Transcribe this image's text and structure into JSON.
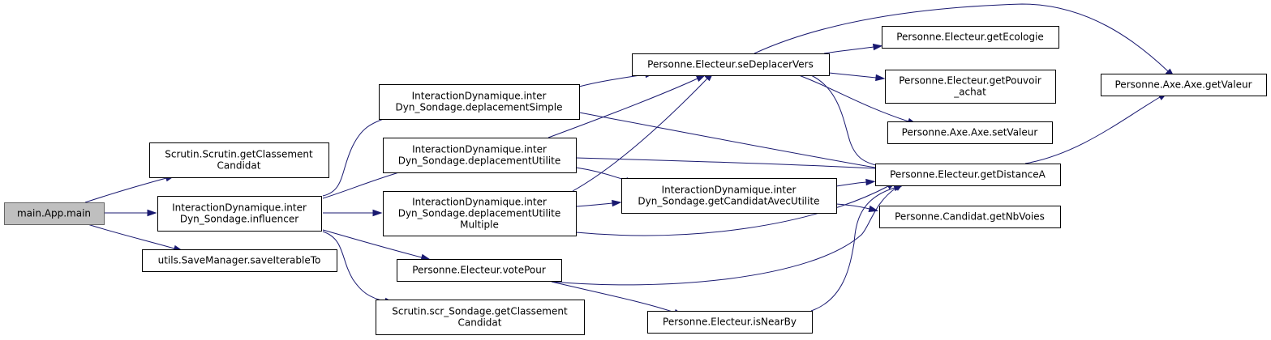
{
  "diagram": {
    "nodes": [
      {
        "id": "main",
        "lines": [
          "main.App.main"
        ]
      },
      {
        "id": "getClassementCandidat",
        "lines": [
          "Scrutin.Scrutin.getClassement",
          "Candidat"
        ]
      },
      {
        "id": "influencer",
        "lines": [
          "InteractionDynamique.inter",
          "Dyn_Sondage.influencer"
        ]
      },
      {
        "id": "saveIterableTo",
        "lines": [
          "utils.SaveManager.saveIterableTo"
        ]
      },
      {
        "id": "deplacementSimple",
        "lines": [
          "InteractionDynamique.inter",
          "Dyn_Sondage.deplacementSimple"
        ]
      },
      {
        "id": "deplacementUtilite",
        "lines": [
          "InteractionDynamique.inter",
          "Dyn_Sondage.deplacementUtilite"
        ]
      },
      {
        "id": "deplacementUtiliteMultiple",
        "lines": [
          "InteractionDynamique.inter",
          "Dyn_Sondage.deplacementUtilite",
          "Multiple"
        ]
      },
      {
        "id": "votePour",
        "lines": [
          "Personne.Electeur.votePour"
        ]
      },
      {
        "id": "scrGetClassement",
        "lines": [
          "Scrutin.scr_Sondage.getClassement",
          "Candidat"
        ]
      },
      {
        "id": "seDeplacerVers",
        "lines": [
          "Personne.Electeur.seDeplacerVers"
        ]
      },
      {
        "id": "getCandidatAvecUtilite",
        "lines": [
          "InteractionDynamique.inter",
          "Dyn_Sondage.getCandidatAvecUtilite"
        ]
      },
      {
        "id": "isNearBy",
        "lines": [
          "Personne.Electeur.isNearBy"
        ]
      },
      {
        "id": "getEcologie",
        "lines": [
          "Personne.Electeur.getEcologie"
        ]
      },
      {
        "id": "getPouvoirAchat",
        "lines": [
          "Personne.Electeur.getPouvoir",
          "_achat"
        ]
      },
      {
        "id": "setValeur",
        "lines": [
          "Personne.Axe.Axe.setValeur"
        ]
      },
      {
        "id": "getDistanceA",
        "lines": [
          "Personne.Electeur.getDistanceA"
        ]
      },
      {
        "id": "getNbVoies",
        "lines": [
          "Personne.Candidat.getNbVoies"
        ]
      },
      {
        "id": "getValeur",
        "lines": [
          "Personne.Axe.Axe.getValeur"
        ]
      }
    ],
    "edges": [
      [
        "main",
        "getClassementCandidat"
      ],
      [
        "main",
        "influencer"
      ],
      [
        "main",
        "saveIterableTo"
      ],
      [
        "influencer",
        "deplacementSimple"
      ],
      [
        "influencer",
        "deplacementUtilite"
      ],
      [
        "influencer",
        "deplacementUtiliteMultiple"
      ],
      [
        "influencer",
        "votePour"
      ],
      [
        "influencer",
        "scrGetClassement"
      ],
      [
        "deplacementSimple",
        "seDeplacerVers"
      ],
      [
        "deplacementSimple",
        "getDistanceA"
      ],
      [
        "deplacementUtilite",
        "seDeplacerVers"
      ],
      [
        "deplacementUtilite",
        "getDistanceA"
      ],
      [
        "deplacementUtilite",
        "getCandidatAvecUtilite"
      ],
      [
        "deplacementUtiliteMultiple",
        "seDeplacerVers"
      ],
      [
        "deplacementUtiliteMultiple",
        "getCandidatAvecUtilite"
      ],
      [
        "deplacementUtiliteMultiple",
        "getDistanceA"
      ],
      [
        "votePour",
        "getDistanceA"
      ],
      [
        "votePour",
        "isNearBy"
      ],
      [
        "isNearBy",
        "getDistanceA"
      ],
      [
        "getCandidatAvecUtilite",
        "getDistanceA"
      ],
      [
        "getCandidatAvecUtilite",
        "getNbVoies"
      ],
      [
        "seDeplacerVers",
        "getEcologie"
      ],
      [
        "seDeplacerVers",
        "getPouvoirAchat"
      ],
      [
        "seDeplacerVers",
        "setValeur"
      ],
      [
        "seDeplacerVers",
        "getValeur"
      ],
      [
        "seDeplacerVers",
        "getDistanceA"
      ],
      [
        "getDistanceA",
        "getValeur"
      ]
    ],
    "colors": {
      "edge": "#191970",
      "root_fill": "#bfbfbf",
      "root_stroke": "#666666",
      "node_stroke": "#000000",
      "node_fill": "#ffffff"
    }
  }
}
